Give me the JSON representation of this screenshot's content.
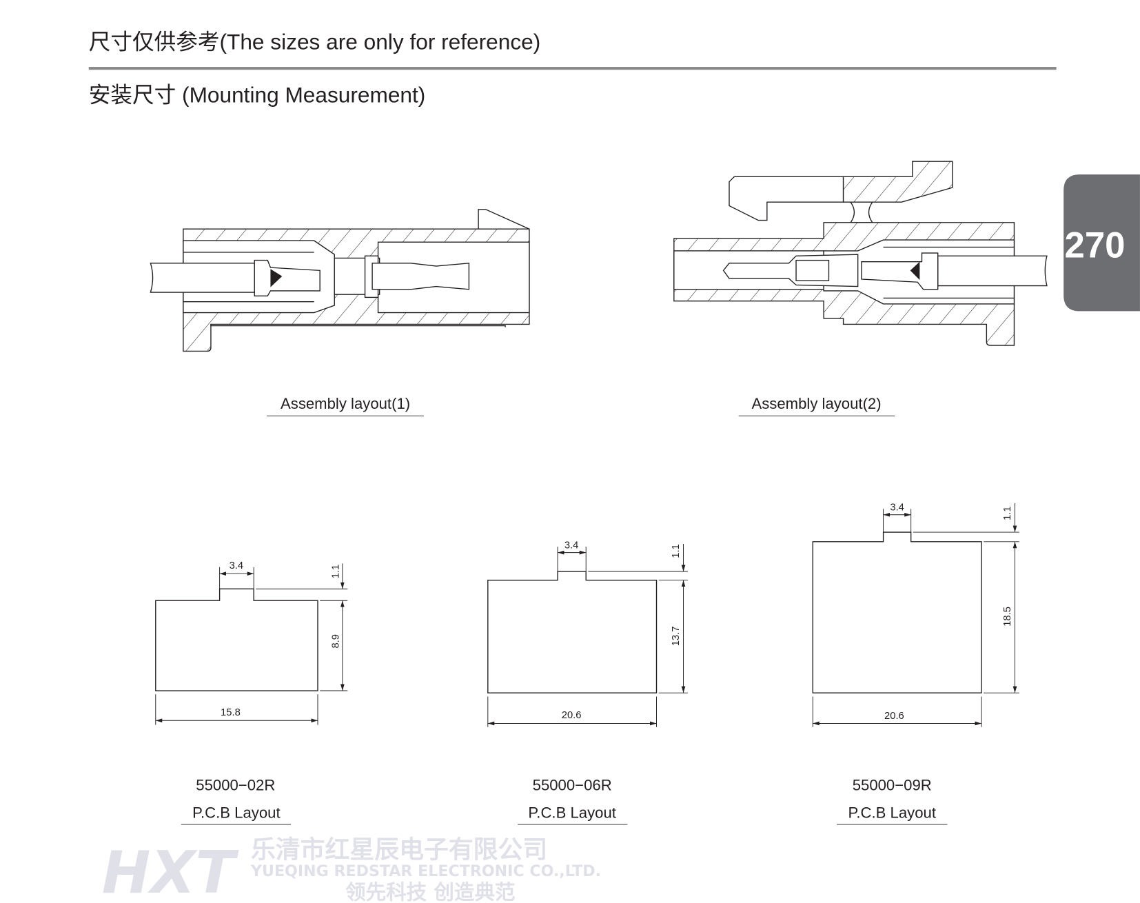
{
  "header": {
    "title": "尺寸仅供参考(The sizes are only for reference)",
    "section": "安装尺寸  (Mounting Measurement)"
  },
  "page_tab": {
    "number": "270",
    "color": "#6d6e71"
  },
  "assembly": [
    {
      "caption": "Assembly layout(1)"
    },
    {
      "caption": "Assembly layout(2)"
    }
  ],
  "pcb_layouts": [
    {
      "part": "55000−02R",
      "caption": "P.C.B Layout",
      "tab_width": "3.4",
      "tab_height": "1.1",
      "body_height": "8.9",
      "body_width": "15.8"
    },
    {
      "part": "55000−06R",
      "caption": "P.C.B Layout",
      "tab_width": "3.4",
      "tab_height": "1.1",
      "body_height": "13.7",
      "body_width": "20.6"
    },
    {
      "part": "55000−09R",
      "caption": "P.C.B Layout",
      "tab_width": "3.4",
      "tab_height": "1.1",
      "body_height": "18.5",
      "body_width": "20.6"
    }
  ],
  "watermark": {
    "logo": "HXT",
    "company_cn": "乐清市红星辰电子有限公司",
    "company_en": "YUEQING REDSTAR ELECTRONIC CO.,LTD.",
    "slogan": "领先科技  创造典范"
  }
}
